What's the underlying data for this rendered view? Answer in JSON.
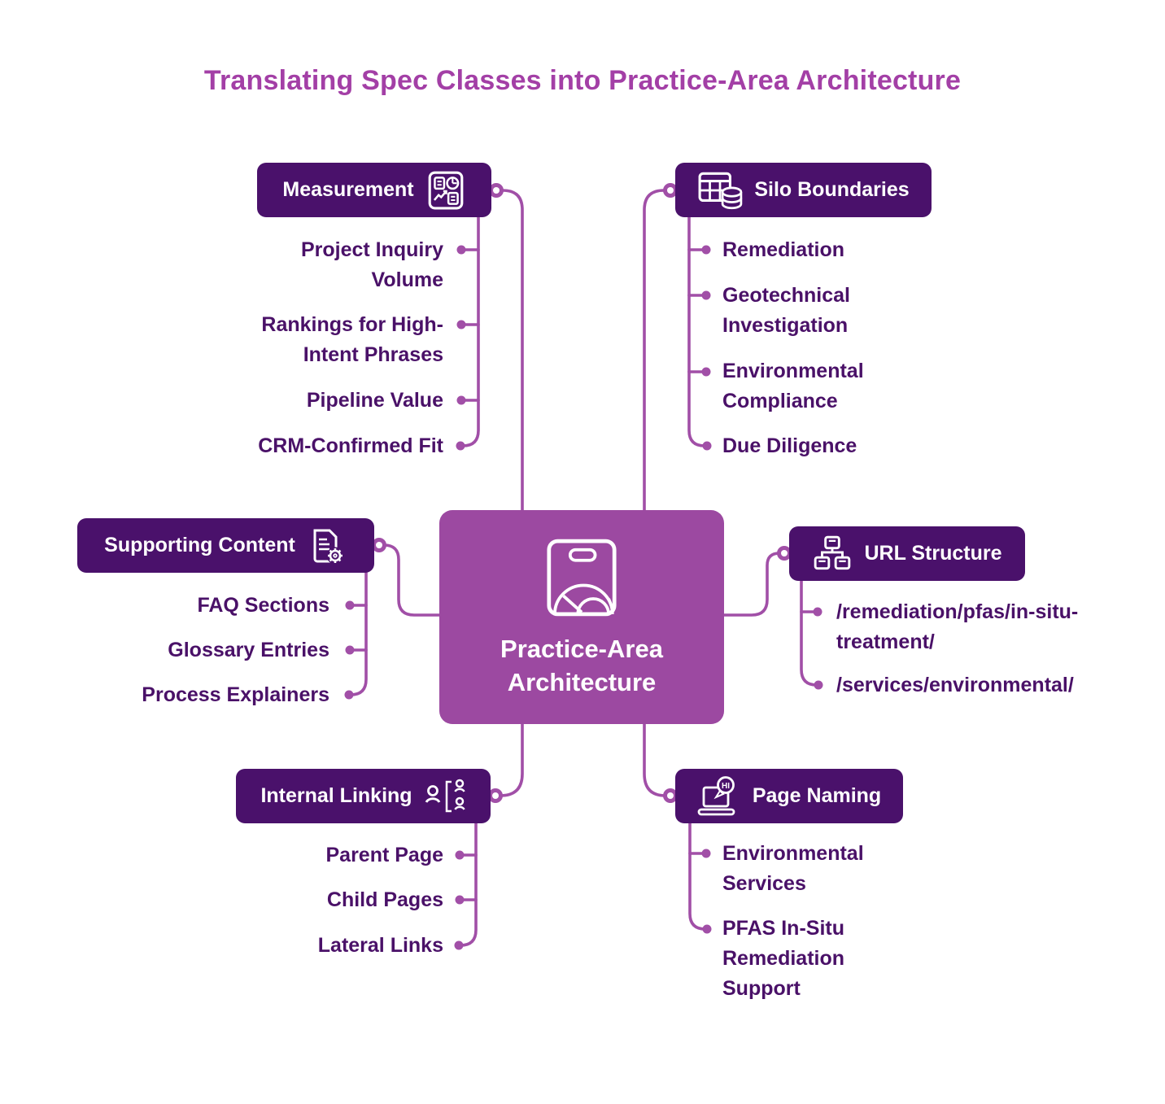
{
  "title": "Translating Spec Classes into Practice-Area Architecture",
  "center": {
    "label": "Practice-Area Architecture",
    "icon": "practice-area-icon"
  },
  "colors": {
    "background": "#FFFFFF",
    "node_dark": "#4A116B",
    "center_node": "#9C49A1",
    "connector_line": "#A14FA7",
    "title_text": "#A33FA6",
    "item_text": "#4A1168",
    "node_text": "#FFFFFF"
  },
  "branches": [
    {
      "id": "measurement",
      "label": "Measurement",
      "icon": "dashboard-report-icon",
      "items": [
        "Project Inquiry Volume",
        "Rankings for High-Intent Phrases",
        "Pipeline Value",
        "CRM-Confirmed Fit"
      ]
    },
    {
      "id": "silo-boundaries",
      "label": "Silo Boundaries",
      "icon": "table-database-icon",
      "items": [
        "Remediation",
        "Geotechnical Investigation",
        "Environmental Compliance",
        "Due Diligence"
      ]
    },
    {
      "id": "supporting-content",
      "label": "Supporting Content",
      "icon": "document-gear-icon",
      "items": [
        "FAQ Sections",
        "Glossary Entries",
        "Process Explainers"
      ]
    },
    {
      "id": "url-structure",
      "label": "URL Structure",
      "icon": "sitemap-icon",
      "items": [
        "/remediation/pfas/in-situ-treatment/",
        "/services/environmental/"
      ]
    },
    {
      "id": "internal-linking",
      "label": "Internal Linking",
      "icon": "people-link-icon",
      "items": [
        "Parent Page",
        "Child Pages",
        "Lateral Links"
      ]
    },
    {
      "id": "page-naming",
      "label": "Page Naming",
      "icon": "laptop-chat-icon",
      "icon_text": "HI",
      "items": [
        "Environmental Services",
        "PFAS In-Situ Remediation Support"
      ]
    }
  ]
}
